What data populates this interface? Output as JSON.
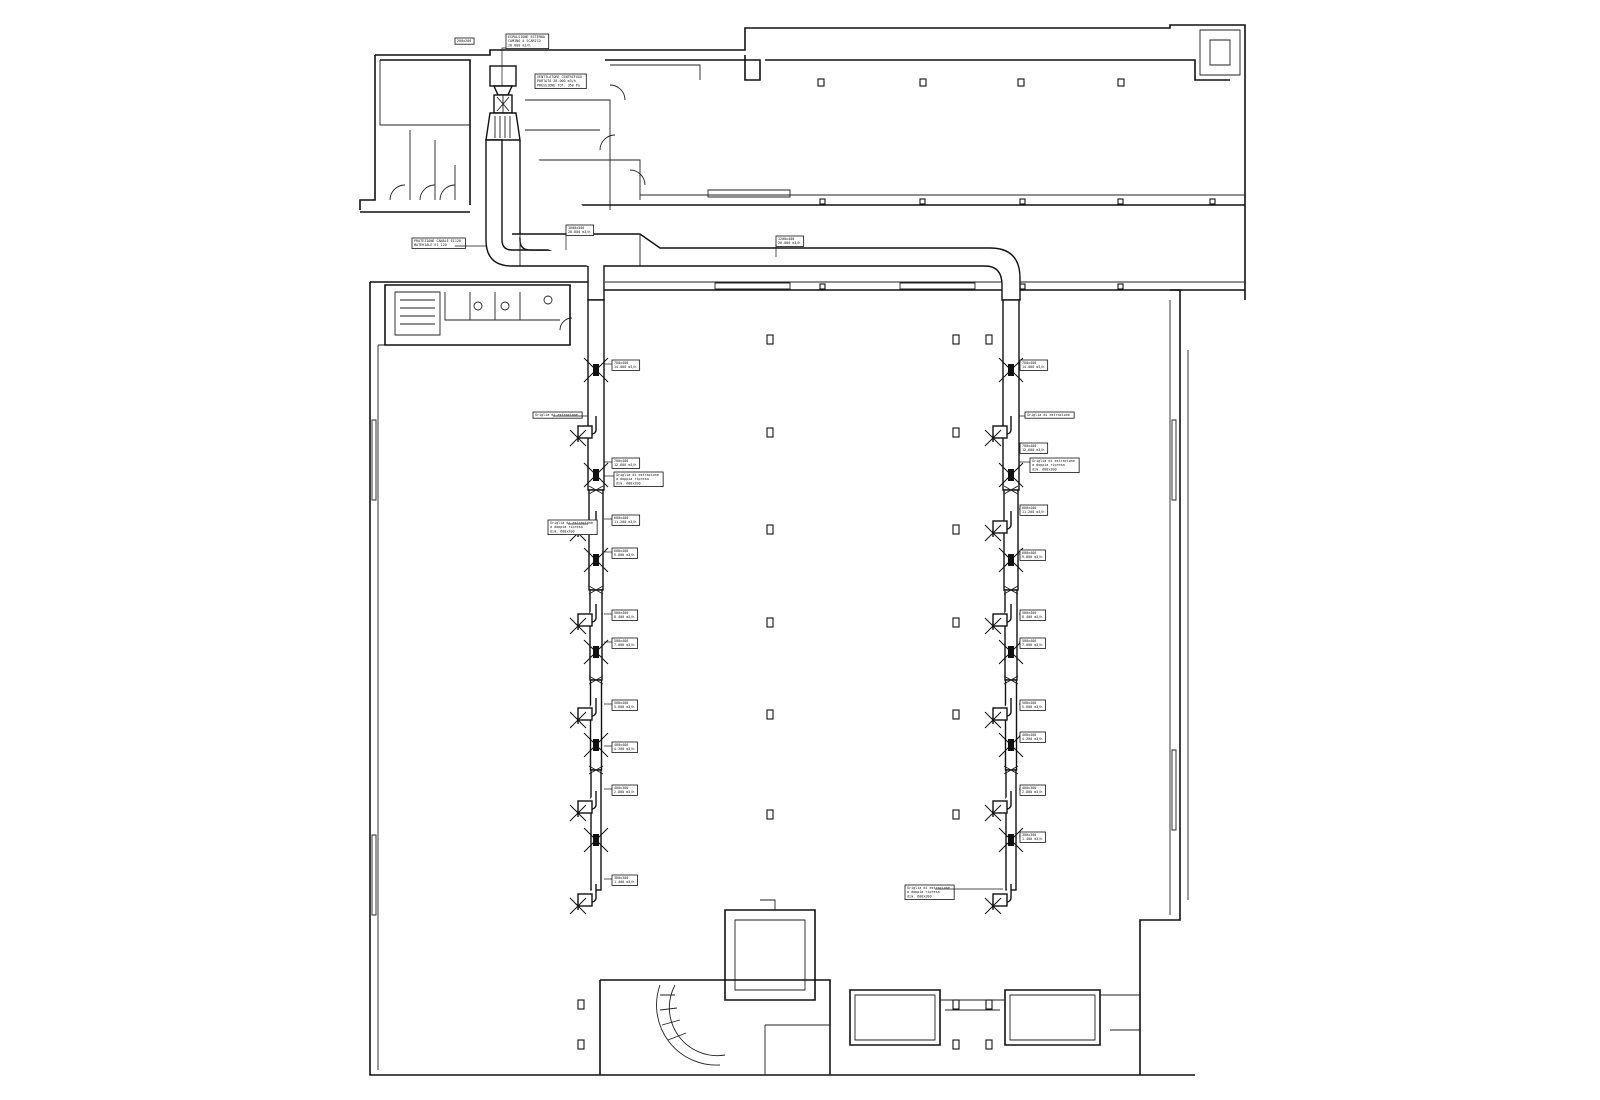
{
  "drawing": {
    "unit_labels": [
      {
        "id": "unit-tag-small",
        "text": "200x200"
      },
      {
        "id": "unit-tag-main",
        "lines": [
          "ESPULSIONE ESTERNA",
          "CAMINO A SCARICO",
          "28.000 m3/h"
        ]
      },
      {
        "id": "fan-spec",
        "lines": [
          "VENTILATORE CENTRIFUGO",
          "PORTATA 28.000 m3/h",
          "PRESSIONE TOT. 350 Pa"
        ]
      },
      {
        "id": "duct-protection",
        "lines": [
          "PROTEZIONE CANALE EI120",
          "MATERIALE EI 120"
        ]
      },
      {
        "id": "main-duct-a",
        "lines": [
          "1000x500",
          "28.000 m3/h"
        ]
      },
      {
        "id": "main-duct-b",
        "lines": [
          "1200x400",
          "28.000 m3/h"
        ]
      }
    ],
    "left_branch_tags": [
      {
        "lines": [
          "700x400",
          "14.000 m3/h"
        ]
      },
      {
        "lines": [
          "Griglia di estrazione"
        ]
      },
      {
        "lines": [
          "700x400",
          "12.600 m3/h"
        ]
      },
      {
        "lines": [
          "Griglia di estrazione",
          "a doppia ripresa",
          "dim. 600x200"
        ]
      },
      {
        "lines": [
          "600x400",
          "11.200 m3/h"
        ]
      },
      {
        "lines": [
          "Griglia di estrazione",
          "a doppia ripresa",
          "dim. 600x200"
        ]
      },
      {
        "lines": [
          "600x400",
          "9.800 m3/h"
        ]
      },
      {
        "lines": [
          "500x400",
          "8.400 m3/h"
        ]
      },
      {
        "lines": [
          "500x400",
          "7.000 m3/h"
        ]
      },
      {
        "lines": [
          "500x400",
          "5.600 m3/h"
        ]
      },
      {
        "lines": [
          "400x400",
          "4.200 m3/h"
        ]
      },
      {
        "lines": [
          "400x300",
          "2.800 m3/h"
        ]
      },
      {
        "lines": [
          "300x300",
          "1.400 m3/h"
        ]
      }
    ],
    "right_branch_tags": [
      {
        "lines": [
          "700x400",
          "14.000 m3/h"
        ]
      },
      {
        "lines": [
          "Griglia di estrazione"
        ]
      },
      {
        "lines": [
          "700x400",
          "12.600 m3/h"
        ]
      },
      {
        "lines": [
          "Griglia di estrazione",
          "a doppia ripresa",
          "dim. 600x200"
        ]
      },
      {
        "lines": [
          "600x400",
          "11.200 m3/h"
        ]
      },
      {
        "lines": [
          "600x400",
          "9.800 m3/h"
        ]
      },
      {
        "lines": [
          "500x400",
          "8.400 m3/h"
        ]
      },
      {
        "lines": [
          "500x400",
          "7.000 m3/h"
        ]
      },
      {
        "lines": [
          "500x400",
          "5.600 m3/h"
        ]
      },
      {
        "lines": [
          "400x400",
          "4.200 m3/h"
        ]
      },
      {
        "lines": [
          "400x300",
          "2.800 m3/h"
        ]
      },
      {
        "lines": [
          "300x300",
          "1.400 m3/h"
        ]
      },
      {
        "lines": [
          "Griglia di estrazione",
          "a doppia ripresa",
          "dim. 600x200"
        ]
      }
    ]
  }
}
